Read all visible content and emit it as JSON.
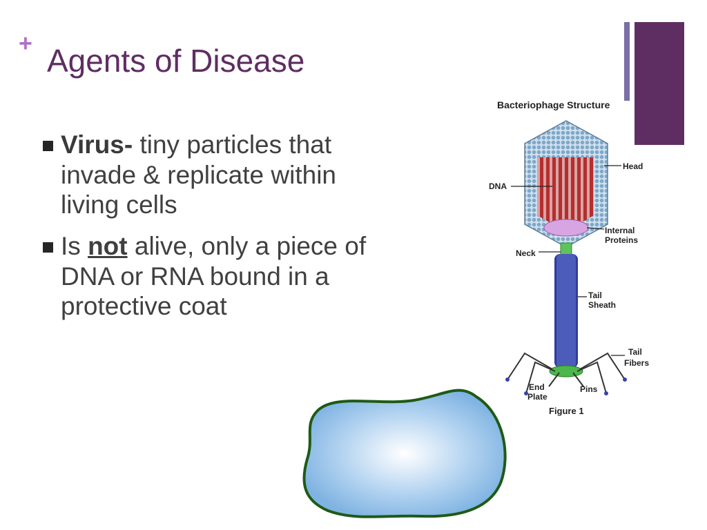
{
  "slide": {
    "plus": "+",
    "title": "Agents of Disease",
    "bullets": [
      {
        "bold": "Virus-",
        "text": " tiny particles that invade & replicate within living cells"
      },
      {
        "pre": "Is ",
        "underlined": "not",
        "text": " alive, only a piece of DNA or RNA bound in a protective coat"
      }
    ]
  },
  "diagram": {
    "title": "Bacteriophage Structure",
    "labels": {
      "head": "Head",
      "dna": "DNA",
      "internal_line1": "Internal",
      "internal_line2": "Proteins",
      "neck": "Neck",
      "tail_sheath_line1": "Tail",
      "tail_sheath_line2": "Sheath",
      "tail_fibers_line1": "Tail",
      "tail_fibers_line2": "Fibers",
      "end_plate_line1": "End",
      "end_plate_line2": "Plate",
      "pins": "Pins",
      "figure": "Figure 1"
    }
  },
  "colors": {
    "title": "#5e2e62",
    "accent": "#5e2e62",
    "accent_thin": "#7a6fa6",
    "plus": "#b070c8",
    "body_text": "#404040",
    "cell_fill": "#8fbfe8",
    "cell_border": "#1f5a16"
  }
}
